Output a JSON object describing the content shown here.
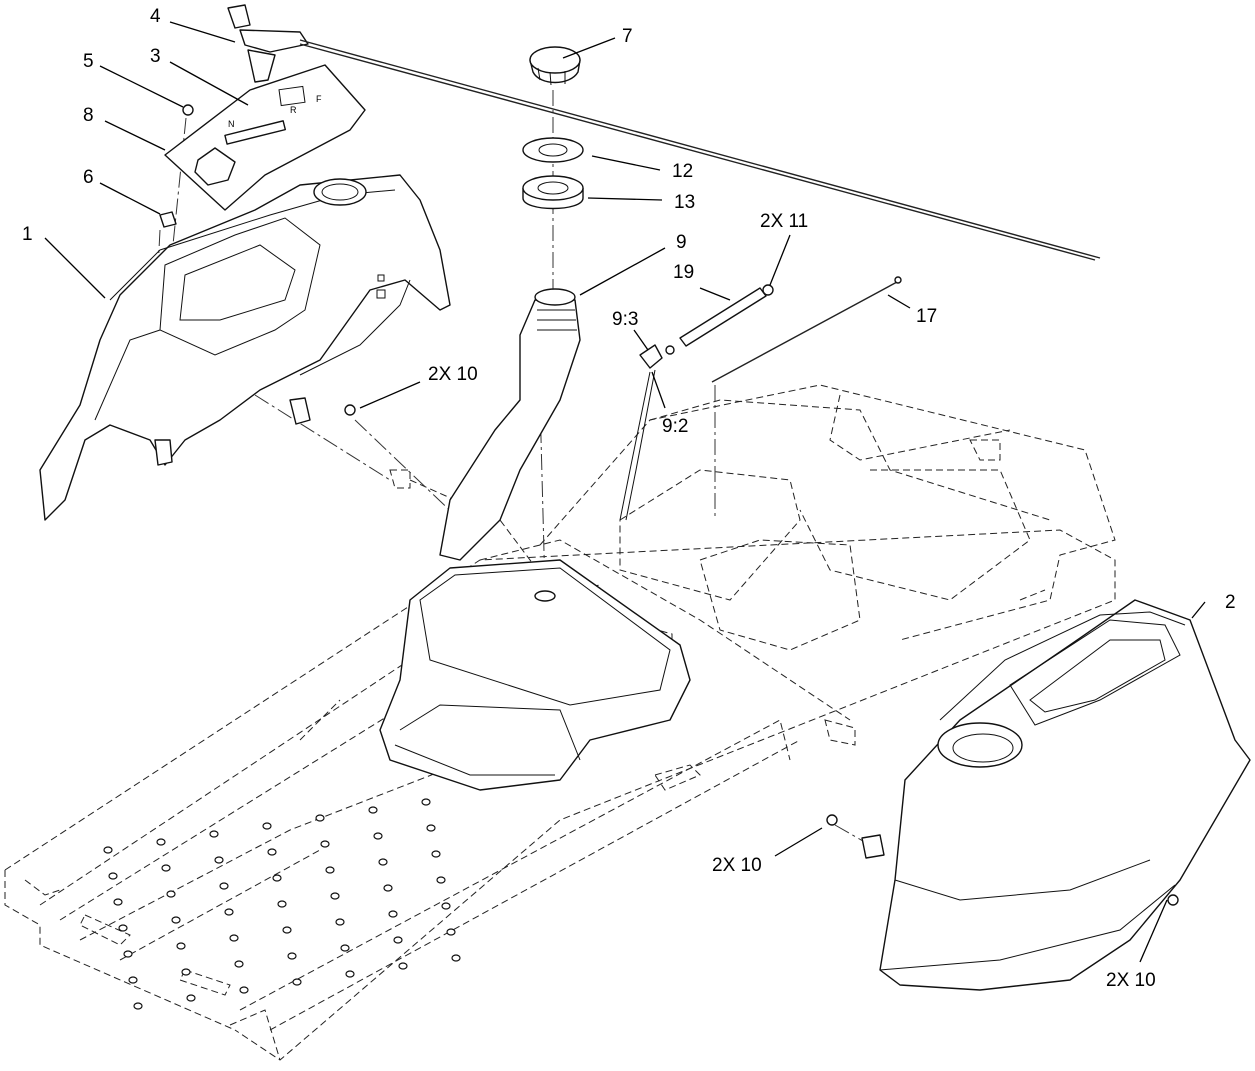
{
  "diagram": {
    "callouts": [
      {
        "id": "c1",
        "text": "1"
      },
      {
        "id": "c2",
        "text": "2"
      },
      {
        "id": "c3",
        "text": "3"
      },
      {
        "id": "c4",
        "text": "4"
      },
      {
        "id": "c5",
        "text": "5"
      },
      {
        "id": "c6",
        "text": "6"
      },
      {
        "id": "c7",
        "text": "7"
      },
      {
        "id": "c8",
        "text": "8"
      },
      {
        "id": "c9",
        "text": "9"
      },
      {
        "id": "c12",
        "text": "12"
      },
      {
        "id": "c13",
        "text": "13"
      },
      {
        "id": "c17",
        "text": "17"
      },
      {
        "id": "c19",
        "text": "19"
      },
      {
        "id": "c11",
        "text": "2X 11"
      },
      {
        "id": "c93",
        "text": "9:3"
      },
      {
        "id": "c92",
        "text": "9:2"
      },
      {
        "id": "c10a",
        "text": "2X 10"
      },
      {
        "id": "c10b",
        "text": "2X 10"
      },
      {
        "id": "c10c",
        "text": "2X 10"
      }
    ],
    "panel_markings": [
      "N",
      "R",
      "F"
    ]
  }
}
